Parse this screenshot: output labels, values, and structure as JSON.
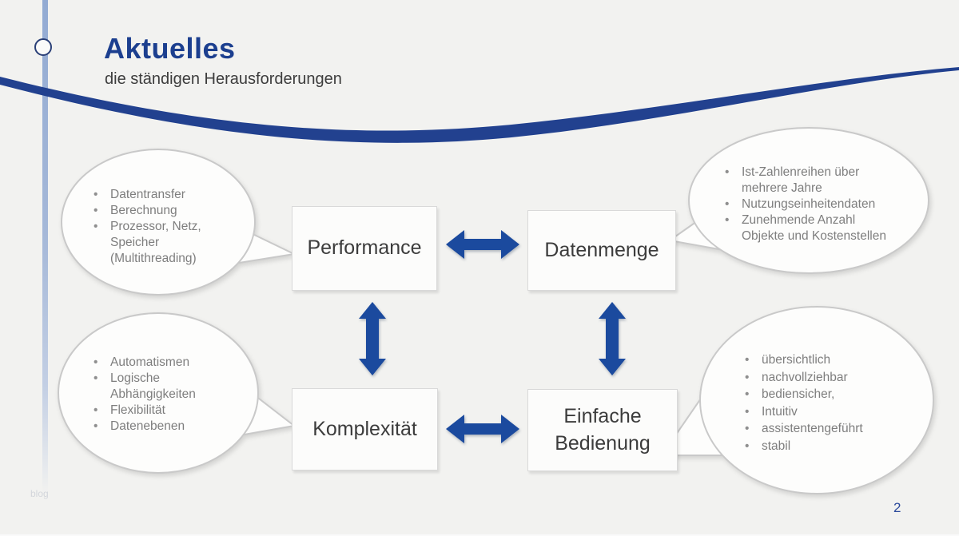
{
  "slide": {
    "title": "Aktuelles",
    "subtitle": "die ständigen Herausforderungen",
    "page_number": "2",
    "watermark": "blog"
  },
  "colors": {
    "background": "#f2f2f0",
    "title_blue": "#1c3f8f",
    "swoosh_blue": "#22418f",
    "accent_blue": "#1b4a9e",
    "timeline_blue": "#a5b8d8",
    "page_number_blue": "#2c4a9c",
    "bubble_border": "#c9c9c9",
    "box_border": "#d9d9d9",
    "bubble_text": "#7e7e7e",
    "box_text": "#3c3c3c"
  },
  "boxes": [
    {
      "label": "Performance"
    },
    {
      "label": "Datenmenge"
    },
    {
      "label": "Komplexität"
    },
    {
      "label": "Einfache Bedienung"
    }
  ],
  "bubbles": [
    {
      "items": [
        "Datentransfer",
        "Berechnung",
        "Prozessor, Netz,\nSpeicher\n(Multithreading)"
      ]
    },
    {
      "items": [
        "Ist-Zahlenreihen über\nmehrere Jahre",
        "Nutzungseinheitendaten",
        "Zunehmende Anzahl\nObjekte und Kostenstellen"
      ]
    },
    {
      "items": [
        "Automatismen",
        "Logische\nAbhängigkeiten",
        "Flexibilität",
        "Datenebenen"
      ]
    },
    {
      "items": [
        "übersichtlich",
        "nachvollziehbar",
        "bediensicher,",
        "Intuitiv",
        "assistentengeführt",
        "stabil"
      ]
    }
  ]
}
